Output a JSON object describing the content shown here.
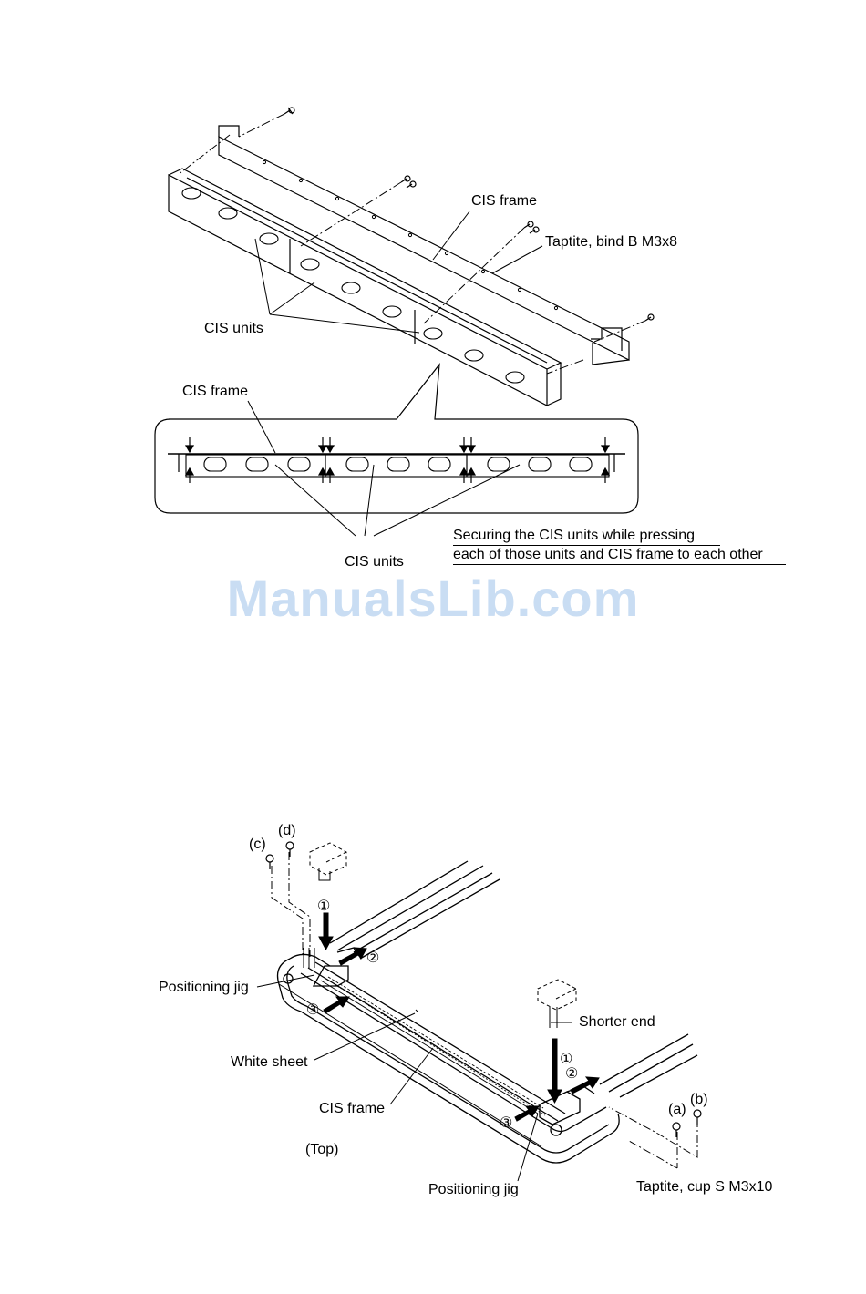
{
  "top_figure": {
    "labels": {
      "cis_frame_top": "CIS frame",
      "taptite_bind": "Taptite, bind B M3x8",
      "cis_units_top": "CIS units",
      "cis_frame_detail": "CIS frame",
      "cis_units_detail": "CIS units",
      "securing_line1": "Securing the CIS units while pressing",
      "securing_line2": "each of those units and CIS frame to each other"
    }
  },
  "watermark": "ManualsLib.com",
  "bottom_figure": {
    "labels": {
      "screw_c": "(c)",
      "screw_d": "(d)",
      "screw_a": "(a)",
      "screw_b": "(b)",
      "positioning_jig_left": "Positioning jig",
      "white_sheet": "White sheet",
      "cis_frame": "CIS frame",
      "top_view": "(Top)",
      "positioning_jig_bottom": "Positioning jig",
      "shorter_end": "Shorter end",
      "taptite_cup": "Taptite, cup S M3x10",
      "step1_left": "①",
      "step2_left": "②",
      "step3_left": "③",
      "step1_right": "①",
      "step2_right": "②",
      "step3_right": "③"
    }
  },
  "colors": {
    "ink": "#000000",
    "watermark": "#c9ddf3"
  }
}
